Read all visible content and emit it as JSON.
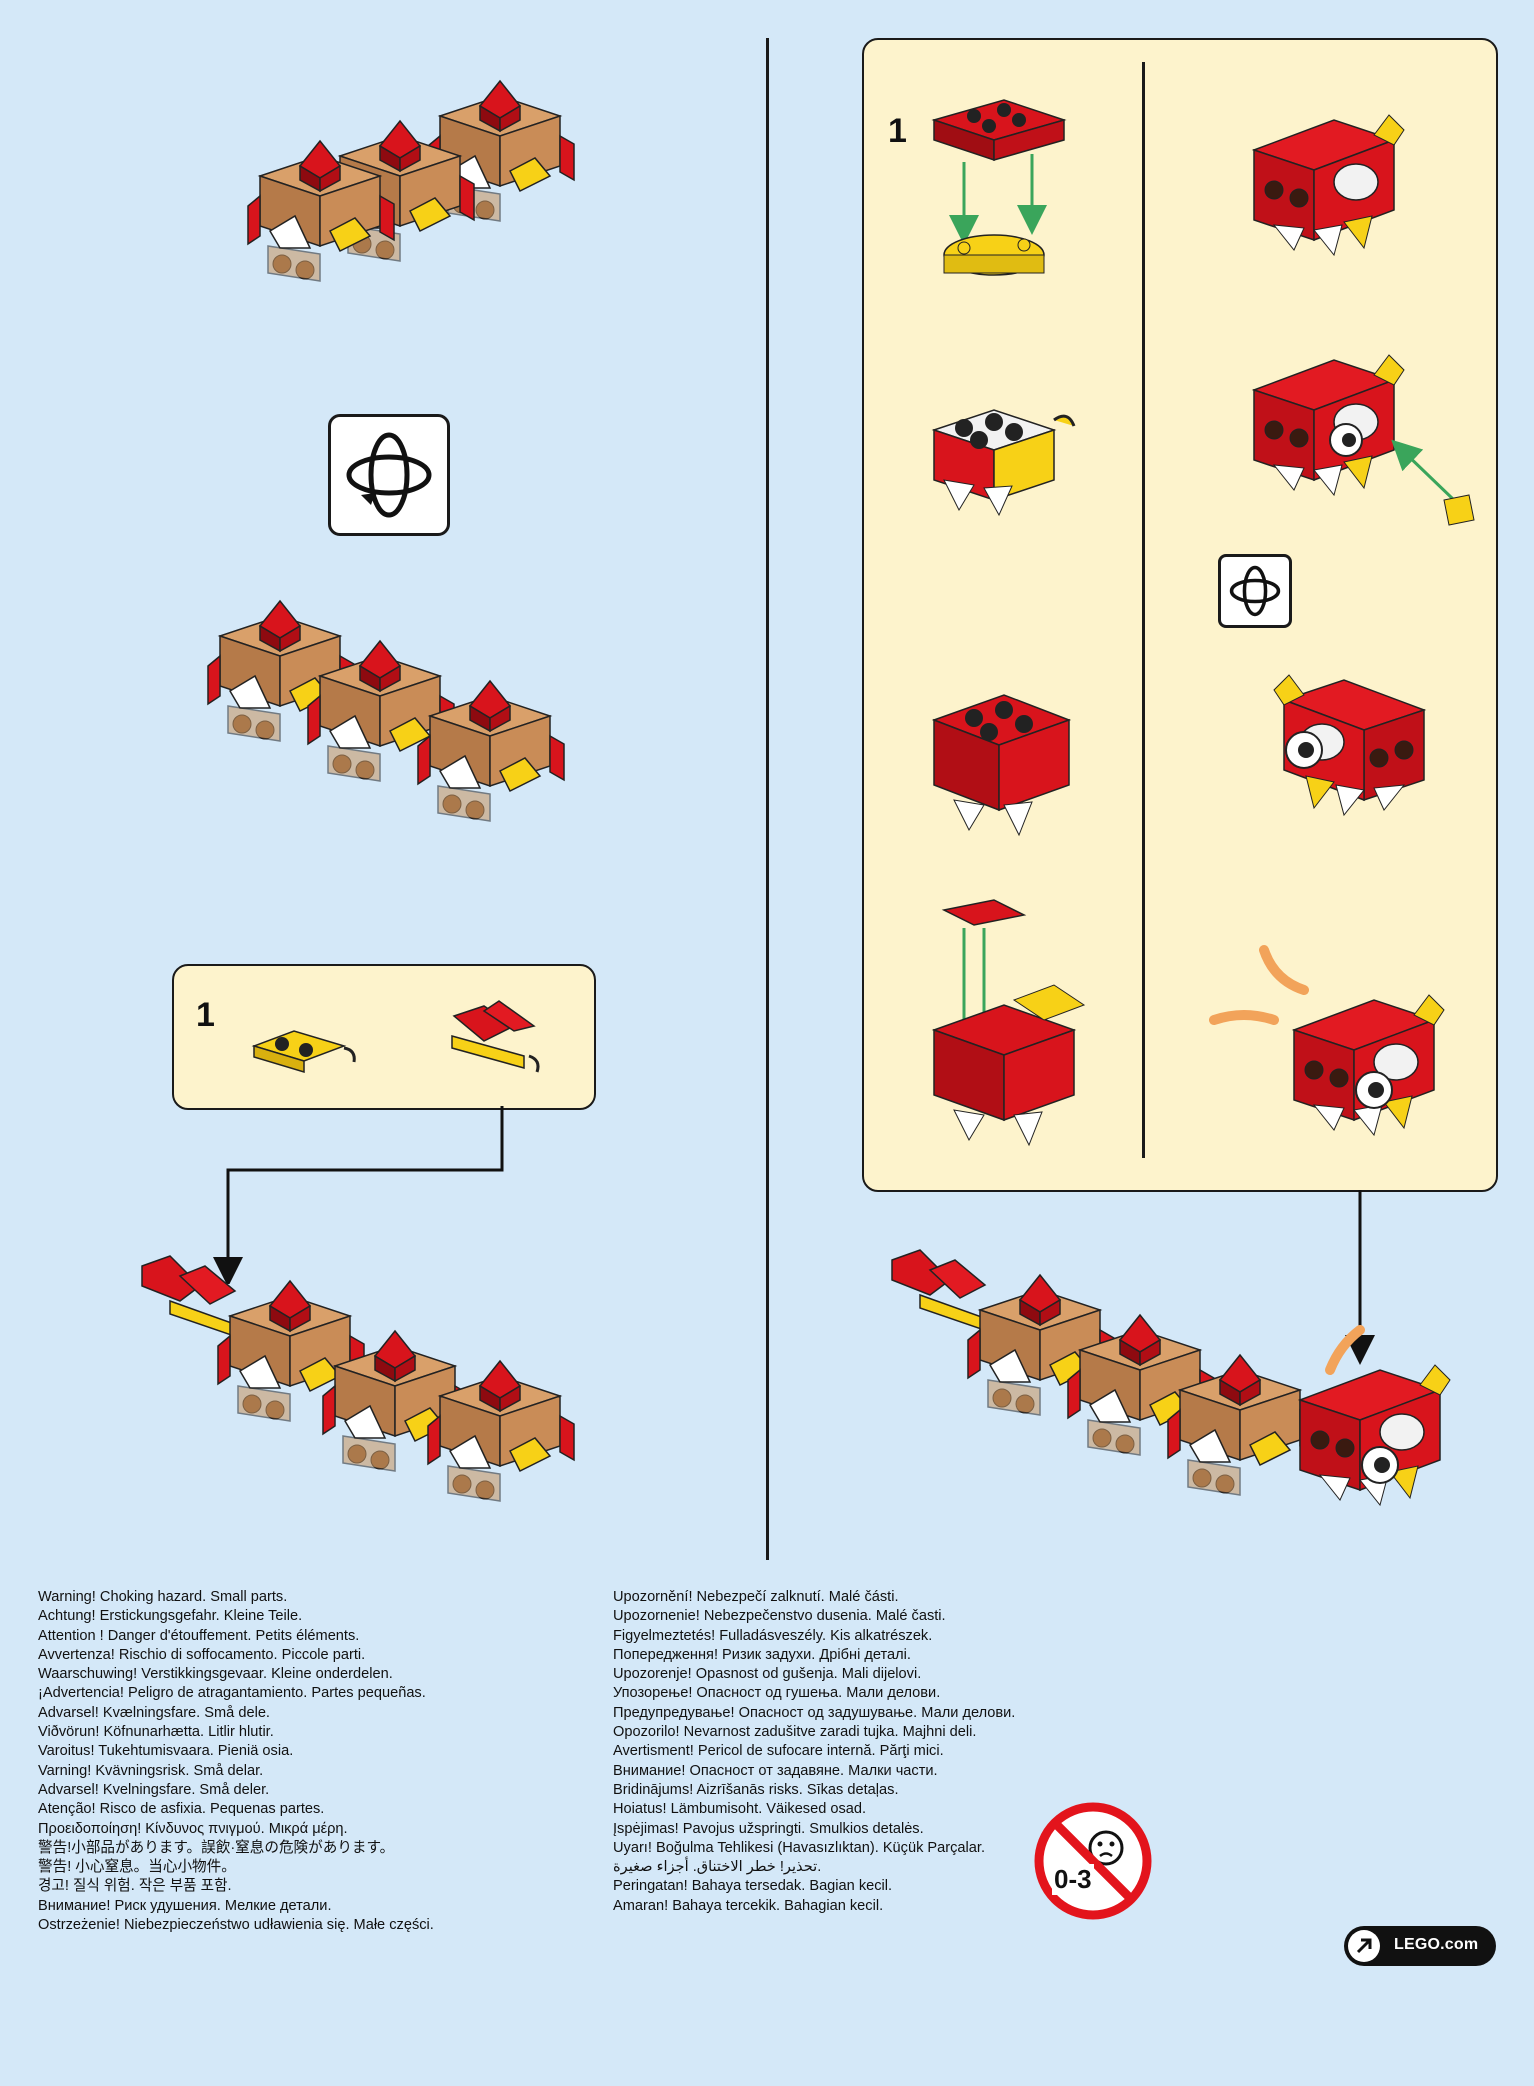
{
  "left_column": {
    "callout_step_number": "1"
  },
  "right_column": {
    "callout_step_number": "1"
  },
  "warnings_left": [
    "Warning! Choking hazard. Small parts.",
    "Achtung! Erstickungsgefahr. Kleine Teile.",
    "Attention ! Danger d'étouffement. Petits éléments.",
    "Avvertenza! Rischio di soffocamento. Piccole parti.",
    "Waarschuwing! Verstikkingsgevaar. Kleine onderdelen.",
    "¡Advertencia! Peligro de atragantamiento. Partes pequeñas.",
    "Advarsel! Kvælningsfare. Små dele.",
    "Viðvörun! Köfnunarhætta. Litlir hlutir.",
    "Varoitus! Tukehtumisvaara. Pieniä osia.",
    "Varning! Kvävningsrisk. Små delar.",
    "Advarsel! Kvelningsfare. Små deler.",
    "Atenção! Risco de asfixia. Pequenas partes.",
    "Προειδοποίηση! Κίνδυνος πνιγμού. Μικρά μέρη.",
    "警告!小部品があります。誤飲·窒息の危険があります。",
    "警告! 小心窒息。当心小物件。",
    "경고! 질식 위험. 작은 부품 포함.",
    "Внимание! Риск удушения. Мелкие детали.",
    "Ostrzeżenie! Niebezpieczeństwo udławienia się. Małe części."
  ],
  "warnings_right": [
    "Upozornění! Nebezpečí zalknutí. Malé části.",
    "Upozornenie! Nebezpečenstvo dusenia. Malé časti.",
    "Figyelmeztetés! Fulladásveszély. Kis alkatrészek.",
    "Попередження! Ризик задухи. Дрібні деталі.",
    "Upozorenje! Opasnost od gušenja. Mali dijelovi.",
    "Упозорење! Опасност од гушења. Мали делови.",
    "Предупредување! Опасност од задушување. Мали делови.",
    "Opozorilo! Nevarnost zadušitve zaradi tujka. Majhni deli.",
    "Avertisment! Pericol de sufocare internă. Părţi mici.",
    "Внимание! Опасност от задавяне. Малки части.",
    "Bridinājums! Aizrīšanās risks. Sīkas detaļas.",
    "Hoiatus! Lämbumisoht. Väikesed osad.",
    "Įspėjimas! Pavojus užspringti. Smulkios detalės.",
    "Uyarı! Boğulma Tehlikesi (Havasızlıktan). Küçük Parçalar.",
    "تحذير! خطر الاختناق. أجزاء صغيرة.",
    "Peringatan! Bahaya tersedak. Bagian kecil.",
    "Amaran! Bahaya tercekik. Bahagian kecil."
  ],
  "age_badge": "0-3",
  "lego_link": "LEGO.com",
  "colors": {
    "background": "#d4e8f8",
    "callout": "#fdf3cc",
    "red": "#d8141c",
    "dark_red": "#8e0a10",
    "yellow": "#f7d117",
    "tan": "#c6935f",
    "brown": "#8a5a34",
    "arrow_green": "#3aa55b"
  },
  "icons": [
    "rotate-model-icon",
    "choking-hazard-icon",
    "arrow-link-icon"
  ]
}
